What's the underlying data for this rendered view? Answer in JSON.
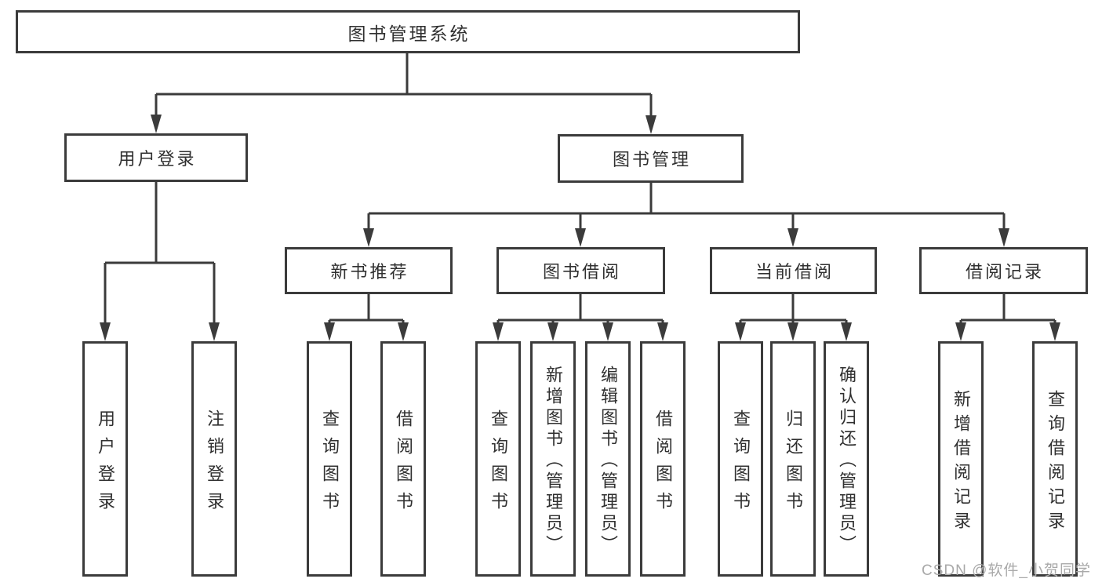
{
  "title": "图书管理系统",
  "tree": {
    "label": "图书管理系统",
    "children": [
      {
        "label": "用户登录",
        "children": [
          {
            "label": "用户登录"
          },
          {
            "label": "注销登录"
          }
        ]
      },
      {
        "label": "图书管理",
        "children": [
          {
            "label": "新书推荐",
            "children": [
              {
                "label": "查询图书"
              },
              {
                "label": "借阅图书"
              }
            ]
          },
          {
            "label": "图书借阅",
            "children": [
              {
                "label": "查询图书"
              },
              {
                "label": "新增图书（管理员）"
              },
              {
                "label": "编辑图书（管理员）"
              },
              {
                "label": "借阅图书"
              }
            ]
          },
          {
            "label": "当前借阅",
            "children": [
              {
                "label": "查询图书"
              },
              {
                "label": "归还图书"
              },
              {
                "label": "确认归还（管理员）"
              }
            ]
          },
          {
            "label": "借阅记录",
            "children": [
              {
                "label": "新增借阅记录"
              },
              {
                "label": "查询借阅记录"
              }
            ]
          }
        ]
      }
    ]
  },
  "watermark": "CSDN @软件_小贺同学",
  "colors": {
    "line": "#3b3b3b",
    "text": "#303030",
    "watermark": "#a9a9a9",
    "background": "#ffffff"
  }
}
